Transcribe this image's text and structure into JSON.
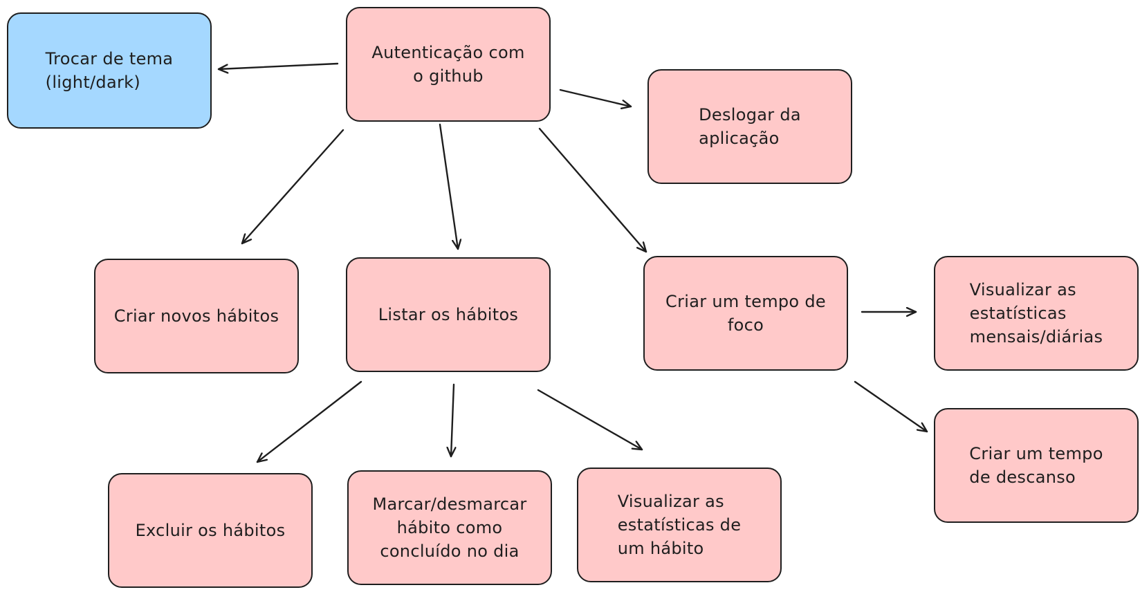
{
  "colors": {
    "node_fill": "#ffc9c9",
    "highlight_fill": "#a5d8ff",
    "stroke": "#1e1e1e"
  },
  "nodes": {
    "autenticacao": "Autenticação com\no github",
    "trocar_tema": "Trocar de tema\n(light/dark)",
    "deslogar": "Deslogar da\naplicação",
    "criar_habitos": "Criar novos hábitos",
    "listar_habitos": "Listar os hábitos",
    "criar_foco": "Criar um tempo de\nfoco",
    "estatisticas_mensais": "Visualizar as\nestatísticas\nmensais/diárias",
    "criar_descanso": "Criar um tempo\nde descanso",
    "excluir_habitos": "Excluir os hábitos",
    "marcar_habito": "Marcar/desmarcar\nhábito como\nconcluído no dia",
    "estatisticas_habito": "Visualizar as\nestatísticas de\num hábito"
  }
}
